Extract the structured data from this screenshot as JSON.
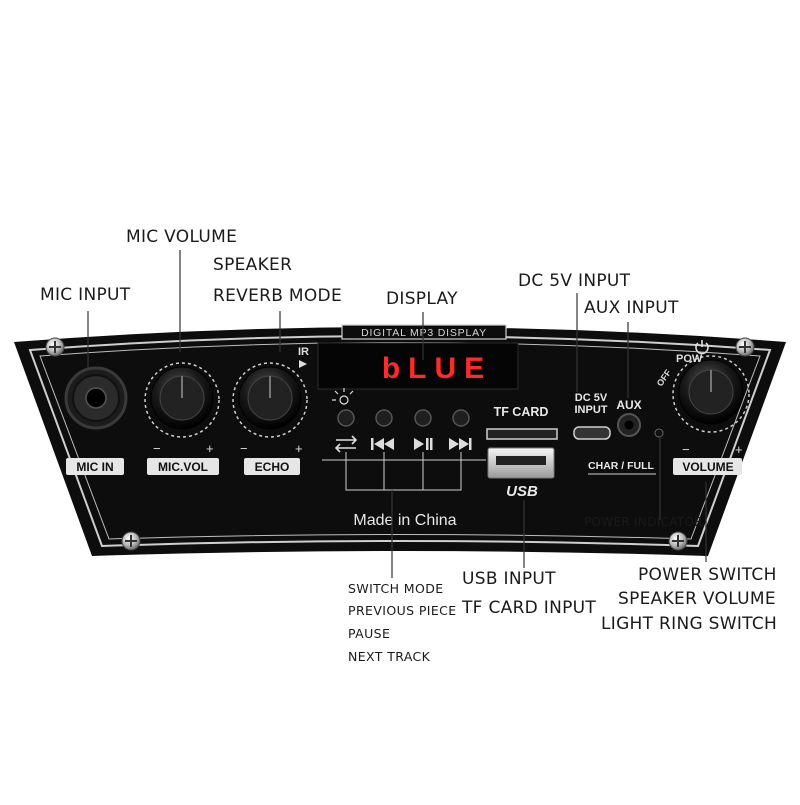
{
  "panel": {
    "banner": "DIGITAL MP3 DISPLAY",
    "display_text": "bLUE",
    "ir_label": "IR",
    "mic_in_label": "MIC IN",
    "mic_vol_label": "MIC.VOL",
    "echo_label": "ECHO",
    "tf_card_label": "TF CARD",
    "usb_label": "USB",
    "dc5v_label_1": "DC 5V",
    "dc5v_label_2": "INPUT",
    "aux_label": "AUX",
    "char_full_label": "CHAR / FULL",
    "volume_label": "VOLUME",
    "off_label": "OFF",
    "power_label": "POW",
    "made_in": "Made in China",
    "minus": "−",
    "plus": "+"
  },
  "callouts": {
    "mic_volume": "MIC VOLUME",
    "speaker": "SPEAKER",
    "reverb_mode": "REVERB MODE",
    "mic_input": "MIC INPUT",
    "display": "DISPLAY",
    "dc5v_input": "DC 5V INPUT",
    "aux_input": "AUX INPUT",
    "power_indicator": "POWER INDICATOR",
    "usb_input": "USB INPUT",
    "tf_card_input": "TF CARD INPUT",
    "power_switch": "POWER SWITCH",
    "speaker_volume": "SPEAKER VOLUME",
    "light_ring_switch": "LIGHT RING SWITCH",
    "switch_mode": "SWITCH MODE",
    "previous_piece": "PREVIOUS PIECE",
    "pause": "PAUSE",
    "next_track": "NEXT TRACK"
  },
  "colors": {
    "panel": "#0d0d0d",
    "display_red": "#ff2a2a",
    "silver": "#d9d9d9",
    "label_bg": "#e6e6e6"
  }
}
